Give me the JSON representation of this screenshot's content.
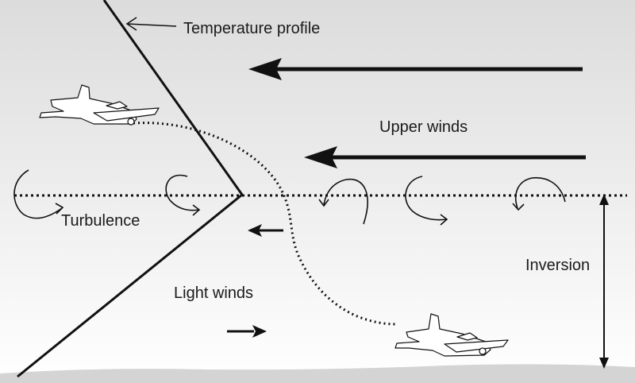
{
  "labels": {
    "temperature_profile": "Temperature profile",
    "upper_winds": "Upper winds",
    "turbulence": "Turbulence",
    "inversion": "Inversion",
    "light_winds": "Light winds"
  },
  "colors": {
    "sky_top": "#dcdcdc",
    "sky_bottom": "#ffffff",
    "ground": "#d4d4d4",
    "ink": "#111111"
  }
}
